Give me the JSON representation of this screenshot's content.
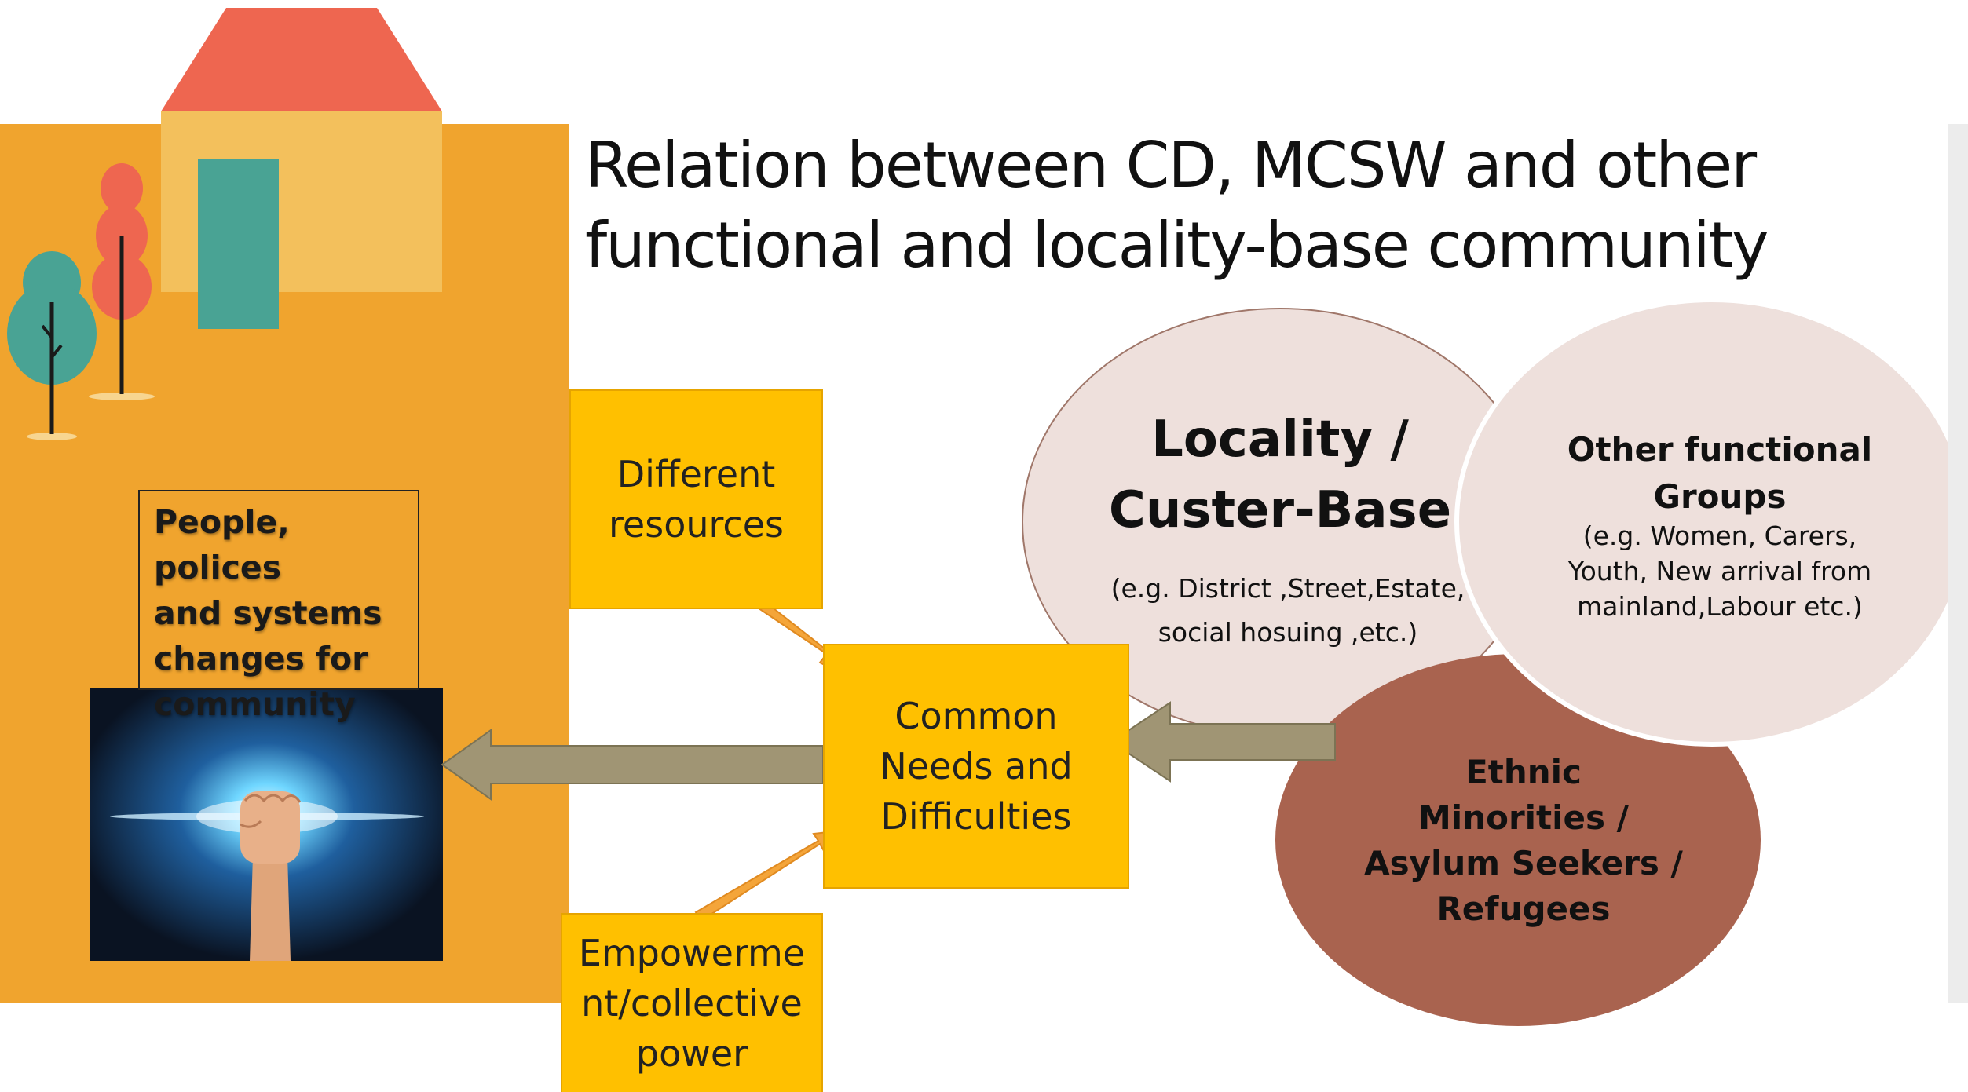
{
  "title_lines": [
    "Relation between CD, MCSW and other",
    "functional and locality-base community"
  ],
  "people_box_lines": [
    "People, polices",
    "and systems",
    "changes for",
    "community"
  ],
  "resources_lines": [
    "Different",
    "resources"
  ],
  "common_lines": [
    "Common",
    "Needs and",
    "Difficulties"
  ],
  "empowerment_lines": [
    "Empowerme",
    "nt/collective",
    "power"
  ],
  "locality": {
    "title_lines": [
      "Locality /",
      "Custer-Base"
    ],
    "sub_lines": [
      "(e.g. District ,Street,Estate,",
      "social hosuing ,etc.)"
    ]
  },
  "other_groups": {
    "title_lines": [
      "Other functional",
      "Groups"
    ],
    "sub_lines": [
      "(e.g. Women, Carers,",
      "Youth, New arrival from",
      "mainland,Labour etc.)"
    ]
  },
  "ethnic_lines": [
    "Ethnic",
    "Minorities /",
    "Asylum Seekers  /",
    "Refugees"
  ],
  "colors": {
    "orange_panel": "#f0a42e",
    "roof": "#ee6650",
    "house_wall": "#f3c05c",
    "door": "#49a394",
    "yellow_box": "#ffc000",
    "arrow_gray": "#a09574",
    "locality_fill": "#eee0dc",
    "ethnic_fill": "#a9634f"
  },
  "icons": [
    "house-icon",
    "tree-icon",
    "raised-fist-image"
  ]
}
